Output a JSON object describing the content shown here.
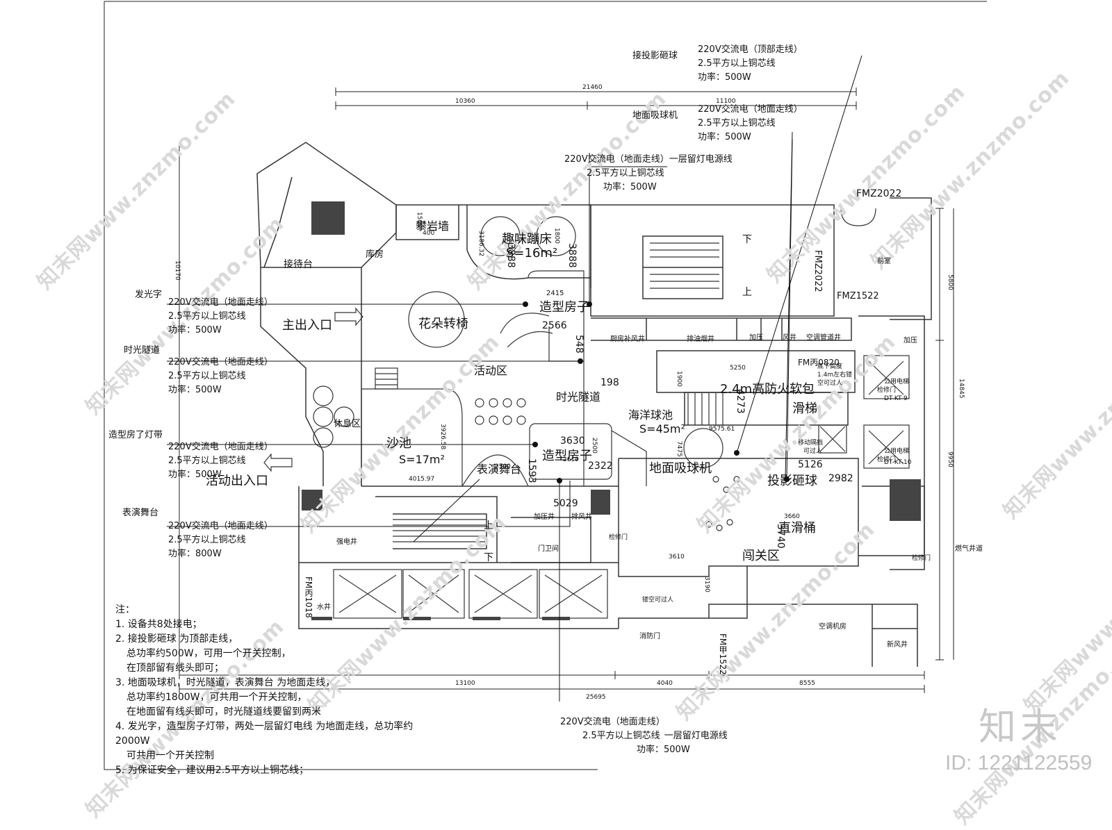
{
  "labels": {
    "ceiling_ball": "接投影砸球",
    "floor_ball": "地面吸球机",
    "glow_text": "发光字",
    "time_tunnel": "时光隧道",
    "house_light": "造型房了灯带",
    "stage": "表演舞台",
    "main_entrance": "主出入口",
    "activity_entrance": "活动出入口",
    "reception": "接待台",
    "storage": "库房",
    "climbing_wall": "攀岩墙",
    "trampoline": "趣味蹦床",
    "trampoline_area": "S=16m²",
    "model_house": "造型房子",
    "flower_chair": "花朵转椅",
    "activity_area": "活动区",
    "time_tunnel_room": "时光隧道",
    "rest_area": "休息区",
    "sand_pool": "沙池",
    "sand_area": "S=17m²",
    "stage_room": "表演舞台",
    "ocean_pool": "海洋球池",
    "ocean_area": "S=45m²",
    "soft_pack": "2.4m高防火软包",
    "slide": "滑梯",
    "floor_ball_room": "地面吸球机",
    "projection_ball": "投影砸球",
    "straight_slide": "直滑桶",
    "gate_area": "闯关区",
    "front_room": "前室",
    "pressurize": "加压",
    "air_well": "风井",
    "kitchen_fan": "厨房补风井",
    "smoke": "排油烟井",
    "hvac_pipe": "空调管道井",
    "pressurize_well": "加压井",
    "exhaust_well": "排风井",
    "strong_elec": "强电井",
    "water_well": "水井",
    "gas_well": "燃气井道",
    "ac_room": "空调机房",
    "new_air": "新风井",
    "maint_door": "检修门",
    "fire_door": "消防门",
    "elev1": "公用电梯",
    "elev1_id": "DT-KT-9",
    "elev2": "公用电梯",
    "elev2_id": "DT-KT-10",
    "door_room": "门卫间",
    "up": "上",
    "down": "下",
    "clearance1": "底下高度",
    "clearance2": "1.4m左右镂",
    "clearance3": "空可过人",
    "movable1": "移动隔挡",
    "movable2": "可过人",
    "hollow": "镂空可过人",
    "fmz1": "FMZ2022",
    "fmz2": "FMZ2022",
    "fmz3": "FMZ1522",
    "fmb1": "FM丙0820",
    "fmb2": "FM丙1018",
    "fmb3": "FM甲1522"
  },
  "dims": {
    "top_total": "21460",
    "top_left": "10360",
    "top_right": "11100",
    "bottom_total": "25695",
    "bottom_left": "13100",
    "bottom_mid": "4040",
    "bottom_right": "8555",
    "left_upper": "10170",
    "right_upper": "5800",
    "right_mid": "14845",
    "right_lower": "9950",
    "d400": "400",
    "d1500": "1500",
    "d1800": "1800",
    "d3186": "3186.32",
    "d3888a": "3888",
    "d3888b": "3888",
    "d2415": "2415",
    "d2566": "2566",
    "d548": "548",
    "d198": "198",
    "d5250": "5250",
    "d1900": "1900",
    "d4273": "4273",
    "d9575": "9575.61",
    "d7475": "7475",
    "d3630": "3630",
    "d2610": "2610",
    "d2322": "2322",
    "d1593": "1593",
    "d2500a": "2500",
    "d2500b": "2500",
    "d3926": "3926.58",
    "d4015": "4015.97",
    "d5029": "5029",
    "d5126": "5126",
    "d2982": "2982",
    "d3660": "3660",
    "d3740": "3740",
    "d3610": "3610",
    "d3190": "3190"
  },
  "callouts": {
    "top1": [
      "220V交流电（顶部走线）",
      "2.5平方以上铜芯线",
      "功率：500W"
    ],
    "top2": [
      "220V交流电（地面走线）",
      "2.5平方以上铜芯线",
      "功率：500W"
    ],
    "top3_line1": "220V交流电（地面走线）",
    "top3_suffix": "一层留灯电源线",
    "top3_line2": "2.5平方以上铜芯线",
    "top3_line3": "功率：500W",
    "left1": [
      "220V交流电（地面走线）",
      "2.5平方以上铜芯线",
      "功率：500W"
    ],
    "left2": [
      "220V交流电（地面走线）",
      "2.5平方以上铜芯线",
      "功率：500W"
    ],
    "left3": [
      "220V交流电（地面走线）",
      "2.5平方以上铜芯线",
      "功率：500W"
    ],
    "left4": [
      "220V交流电（地面走线）",
      "2.5平方以上铜芯线",
      "功率：800W"
    ],
    "bottom_line1": "220V交流电（地面走线）",
    "bottom_suffix": "一层留灯电源线",
    "bottom_line2": "2.5平方以上铜芯线",
    "bottom_line3": "功率：500W"
  },
  "notes": [
    "注：",
    "1. 设备共8处接电；",
    "2. 接投影砸球 为顶部走线，",
    "   总功率约500W，可用一个开关控制，",
    "   在顶部留有线头即可；",
    "3. 地面吸球机，时光隧道，表演舞台 为地面走线，",
    "   总功率约1800W，可共用一个开关控制，",
    "   在地面留有线头即可，时光隧道线要留到两米",
    "4. 发光字，造型房子灯带，两处一层留灯电线 为地面走线，总功率约",
    "2000W",
    "   可共用一个开关控制",
    "5. 为保证安全，建议用2.5平方以上铜芯线；"
  ],
  "watermark": {
    "text": "知末网www.znzmo.com",
    "logo": "知末",
    "id": "ID: 1221122559"
  }
}
